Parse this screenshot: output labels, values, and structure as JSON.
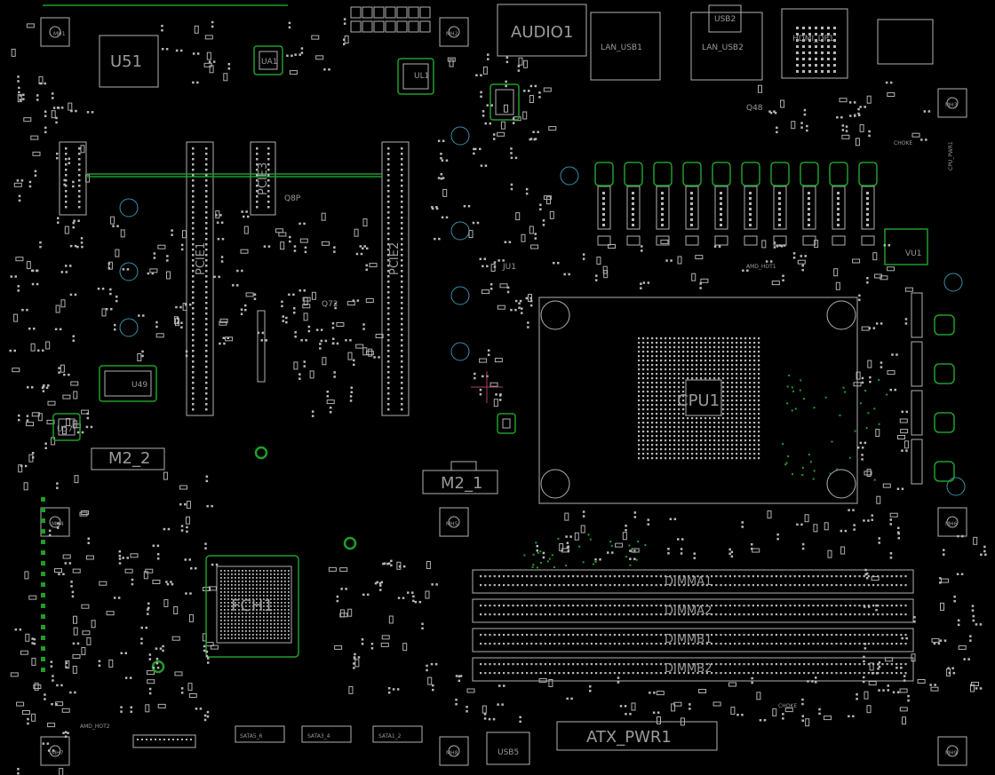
{
  "labels": {
    "audio1": "AUDIO1",
    "lan_usb1": "LAN_USB1",
    "lan_usb2": "LAN_USB2",
    "usb2": "USB2",
    "hdmi_dp": "HDMI_DP1",
    "u51": "U51",
    "u57": "U57",
    "u49": "U49",
    "ua1": "UA1",
    "ul1": "UL1",
    "vu1": "VU1",
    "q8p": "Q8P",
    "q72": "Q72",
    "q48": "Q48",
    "ju1": "JU1",
    "pcie1": "PCIE1",
    "pcie2": "PCIE2",
    "pcie3": "PCIE3",
    "m2_1": "M2_1",
    "m2_2": "M2_2",
    "cpu": "CPU1",
    "fch": "FCH1",
    "dimm_a1": "DIMMA1",
    "dimm_a2": "DIMMA2",
    "dimm_b1": "DIMMB1",
    "dimm_b2": "DIMMB2",
    "atx_pwr": "ATX_PWR1",
    "usb5": "USB5",
    "sata5_6": "SATA5_6",
    "sata3_4": "SATA3_4",
    "sata1_2": "SATA1_2",
    "choke1": "CHOKE",
    "choke2": "CHOKE",
    "amd_hot1": "AMD_HOT1",
    "amd_hot2": "AMD_HOT2",
    "cpu_pwr": "CPU_PWR1",
    "mh1": "MH1",
    "mh2": "MH2",
    "mh3": "MH3",
    "mh4": "MH4",
    "mh5": "MH5",
    "mh6": "MH6",
    "mh7": "MH7",
    "mh8": "MH8",
    "mh9": "MH9"
  },
  "colors": {
    "background": "#000000",
    "silkscreen": "#b0b0b0",
    "copper_outline": "#1f9e2a",
    "marker": "#b04060"
  }
}
